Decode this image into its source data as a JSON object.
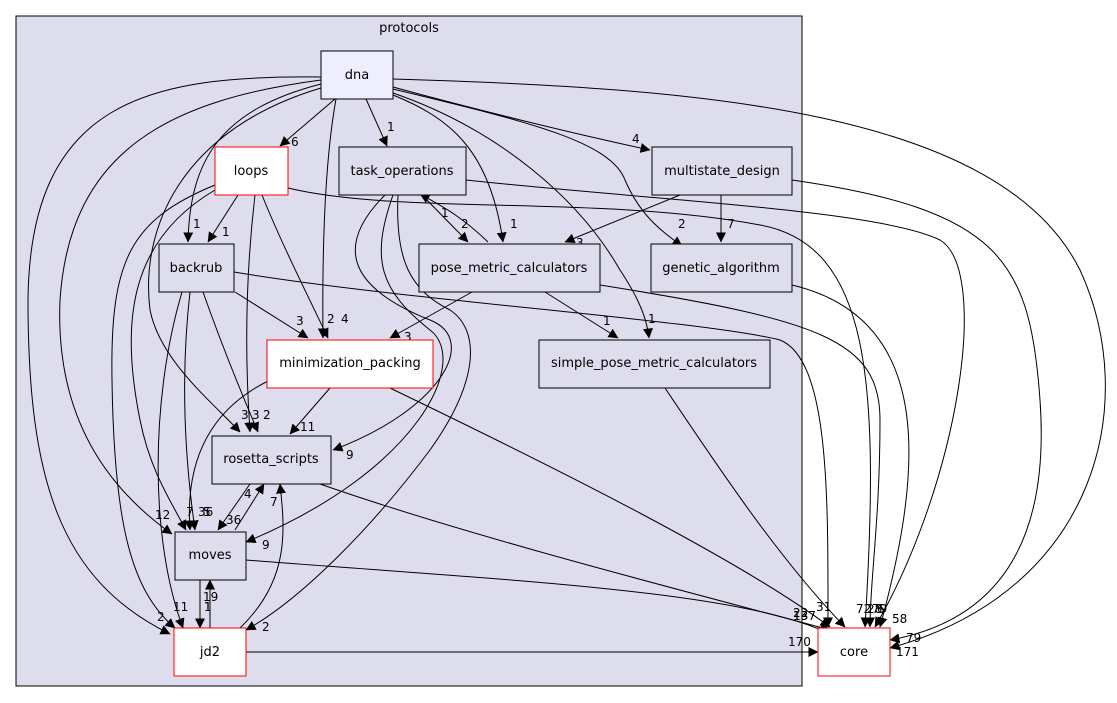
{
  "colors": {
    "cluster_fill": "#ddddee",
    "cluster_stroke": "#000000",
    "focus_fill": "#eeeeff",
    "node_fill": "#ddddee",
    "external_fill": "#ffffff",
    "red_stroke": "#ff0000",
    "edge": "#000000"
  },
  "cluster": {
    "label": "protocols"
  },
  "nodes": {
    "dna": "dna",
    "loops": "loops",
    "task_operations": "task_operations",
    "multistate_design": "multistate_design",
    "backrub": "backrub",
    "pose_metric_calculators": "pose_metric_calculators",
    "genetic_algorithm": "genetic_algorithm",
    "minimization_packing": "minimization_packing",
    "simple_pose_metric_calculators": "simple_pose_metric_calculators",
    "rosetta_scripts": "rosetta_scripts",
    "moves": "moves",
    "jd2": "jd2",
    "core": "core"
  },
  "edge_labels": {
    "dna_loops": "6",
    "dna_task_operations": "1",
    "dna_multistate_design": "4",
    "dna_backrub": "1",
    "dna_pose_metric_calculators": "1",
    "dna_genetic_algorithm": "2",
    "dna_minimization_packing": "4",
    "dna_simple_pose_metric_calculators": "1",
    "dna_rosetta_scripts": "3",
    "dna_moves": "12",
    "dna_jd2": "2",
    "dna_core": "171",
    "loops_backrub": "1",
    "loops_minimization_packing": "2",
    "loops_rosetta_scripts": "3",
    "loops_moves": "36",
    "loops_jd2": "11",
    "loops_core": "79",
    "task_operations_pose_metric_calculators": "2",
    "task_operations_rosetta_scripts": "9",
    "task_operations_moves": "9",
    "task_operations_jd2": "2",
    "task_operations_core": "58",
    "multistate_design_pose_metric_calculators": "3",
    "multistate_design_genetic_algorithm": "7",
    "multistate_design_core": "79",
    "pose_metric_calculators_task_operations": "1",
    "pose_metric_calculators_minimization_packing": "3",
    "pose_metric_calculators_simple_pose_metric_calculators": "1",
    "pose_metric_calculators_core": "28",
    "genetic_algorithm_core": "6",
    "backrub_minimization_packing": "3",
    "backrub_rosetta_scripts": "2",
    "backrub_moves": "7",
    "backrub_jd2": "1",
    "backrub_core": "72",
    "minimization_packing_rosetta_scripts": "11",
    "minimization_packing_moves": "5",
    "minimization_packing_core": "22",
    "simple_pose_metric_calculators_core": "31",
    "rosetta_scripts_moves": "36",
    "rosetta_scripts_core": "137",
    "moves_rosetta_scripts": "4",
    "moves_jd2": "1",
    "moves_core": "13",
    "jd2_rosetta_scripts": "7",
    "jd2_moves": "19",
    "jd2_core": "170"
  }
}
